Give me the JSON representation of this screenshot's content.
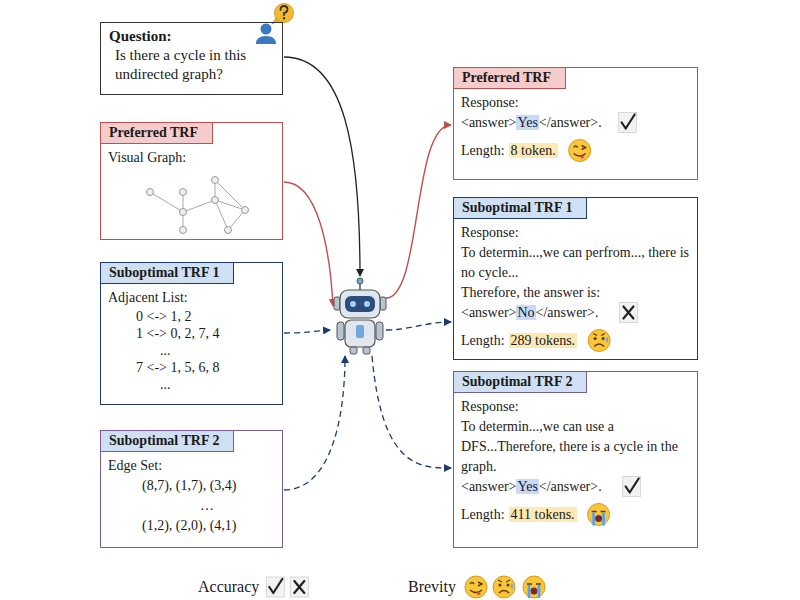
{
  "diagram": {
    "nodes": [
      {
        "text": [
          "Question:",
          "Is there a cycle in this undirected graph?"
        ]
      },
      {
        "text": [
          "Preferred TRF",
          "Visual Graph:"
        ]
      },
      {
        "text": [
          "Suboptimal TRF 1",
          "Adjacent List:",
          "0 <-> 1, 2",
          "1 <-> 0, 2, 7, 4",
          "...",
          "7 <-> 1, 5, 6, 8",
          "..."
        ]
      },
      {
        "text": [
          "Suboptimal TRF 2",
          "Edge Set:",
          "(8,7), (1,7), (3,4)",
          "…",
          "(1,2), (2,0), (4,1)"
        ]
      },
      {
        "text": [
          "Preferred TRF",
          "Response:",
          "<answer>",
          "Yes",
          "</answer>.",
          "Length:",
          "8 token."
        ]
      },
      {
        "text": [
          "Suboptimal TRF 1",
          "Response:",
          "To determin...,we can perfrom..., there is no cycle...",
          "Therefore, the answer is:",
          "<answer>",
          "No",
          "</answer>.",
          "Length:",
          "289 tokens."
        ]
      },
      {
        "text": [
          "Suboptimal TRF 2",
          "Response:",
          "To determin...,we can use a DFS...Therefore, there is a cycle in the graph.",
          "<answer>",
          "Yes",
          "</answer>.",
          "Length:",
          "411 tokens."
        ]
      }
    ],
    "legend": [
      {
        "text": "Accuracy"
      },
      {
        "text": "Brevity"
      }
    ]
  }
}
